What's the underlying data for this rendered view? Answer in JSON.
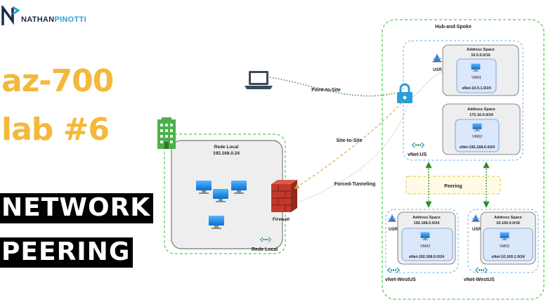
{
  "brand": {
    "name_part1": "NATHAN",
    "name_part2": "PINOTTI",
    "colors": {
      "dark": "#1b2a4a",
      "accent": "#2a9fd6"
    }
  },
  "hero": {
    "line1": "az-700",
    "line2": "lab #6",
    "line3": "NETWORK",
    "line4": "PEERING",
    "title_color": "#f5b83a"
  },
  "diagram": {
    "hub_spoke_label": "Hub-and-Spoke",
    "hub": {
      "as1_title": "Address Space",
      "as1_cidr": "10.0.0.0/16",
      "as1_vm": "VM01",
      "as1_subnet": "sNet-10.0.1.0/24",
      "as2_title": "Address Space",
      "as2_cidr": "172.16.0.0/24",
      "as2_vm": "VM02",
      "as2_subnet": "sNet-192.168.0.0/24",
      "usr_label": "USR",
      "vnet_label": "vNet-US"
    },
    "peering_label": "Peering",
    "west1": {
      "as_title": "Address Space",
      "as_cidr": "192.168.0.0/24",
      "vm": "VM02",
      "subnet": "sNet-192.168.0.0/24",
      "usr_label": "USR",
      "vnet_label": "vNet-WestUS"
    },
    "west2": {
      "as_title": "Address Space",
      "as_cidr": "10.100.0.0/16",
      "vm": "VM02",
      "subnet": "sNet-10.100.1.0/24",
      "usr_label": "USR",
      "vnet_label": "vNet-WestUS"
    },
    "rede_local": {
      "title": "Rede Local",
      "cidr": "192.168.0.24",
      "caption": "Rede Local",
      "firewall_label": "Firewall"
    },
    "connections": {
      "p2s": "Point-to-Site",
      "s2s": "Site-to-Site",
      "forced": "Forced-Tunneling"
    }
  }
}
